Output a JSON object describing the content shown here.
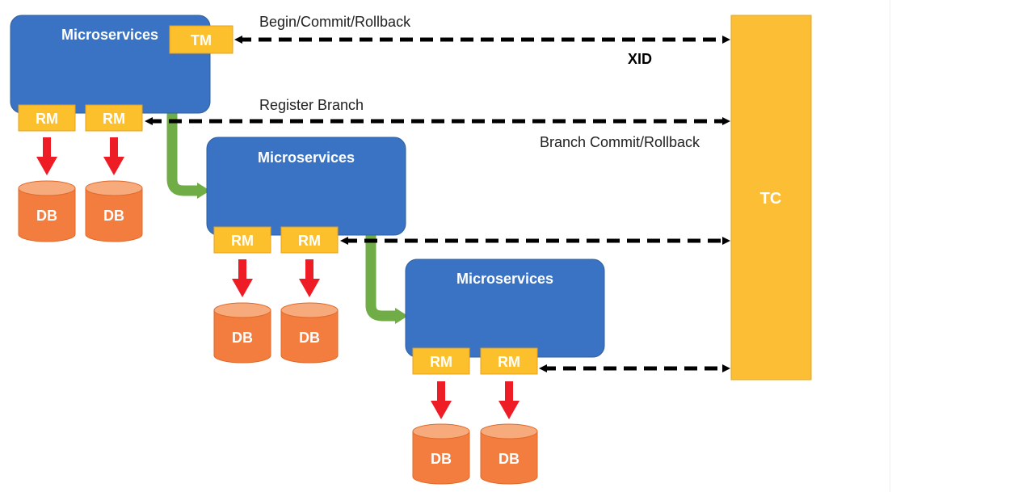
{
  "colors": {
    "service_fill": "#3a73c4",
    "service_stroke": "#2f5f9e",
    "tag_fill": "#fcc02d",
    "tag_stroke": "#e8a21c",
    "tc_fill": "#fbbe35",
    "tc_stroke": "#e6a623",
    "db_fill": "#f27d3f",
    "db_top": "#f7ab7d",
    "db_stroke": "#e06a2a",
    "red_arrow": "#ee1c25",
    "green_arrow": "#70ad47",
    "dash_arrow": "#000000"
  },
  "services": [
    {
      "label": "Microservices",
      "tm": "TM",
      "rms": [
        "RM",
        "RM"
      ],
      "dbs": [
        "DB",
        "DB"
      ]
    },
    {
      "label": "Microservices",
      "rms": [
        "RM",
        "RM"
      ],
      "dbs": [
        "DB",
        "DB"
      ]
    },
    {
      "label": "Microservices",
      "rms": [
        "RM",
        "RM"
      ],
      "dbs": [
        "DB",
        "DB"
      ]
    }
  ],
  "tc": {
    "label": "TC"
  },
  "arrows": {
    "begin_commit": "Begin/Commit/Rollback",
    "xid": "XID",
    "register_branch": "Register Branch",
    "branch_commit": "Branch Commit/Rollback"
  }
}
